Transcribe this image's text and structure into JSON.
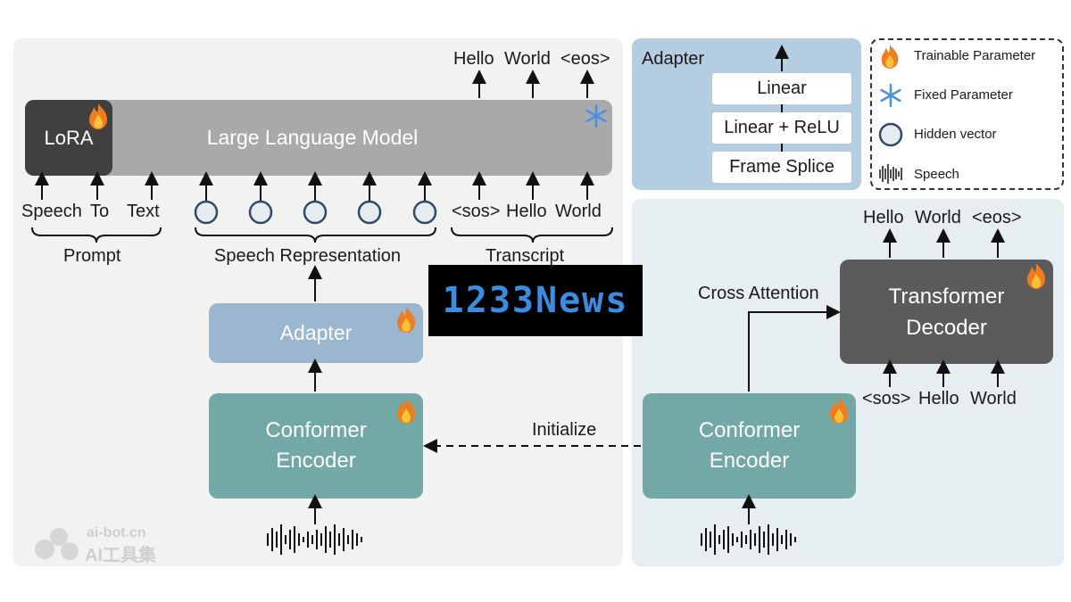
{
  "left": {
    "llm_label": "Large Language Model",
    "lora_label": "LoRA",
    "output_tokens": [
      "Hello",
      "World",
      "<eos>"
    ],
    "prompt_tokens": [
      "Speech",
      "To",
      "Text"
    ],
    "transcript_tokens": [
      "<sos>",
      "Hello",
      "World"
    ],
    "group_prompt": "Prompt",
    "group_speech": "Speech Representation",
    "group_transcript": "Transcript",
    "adapter_label": "Adapter",
    "encoder_line1": "Conformer",
    "encoder_line2": "Encoder"
  },
  "adapter_detail": {
    "title": "Adapter",
    "layers": [
      "Linear",
      "Linear + ReLU",
      "Frame Splice"
    ]
  },
  "legend": {
    "trainable": "Trainable Parameter",
    "fixed": "Fixed Parameter",
    "hidden": "Hidden vector",
    "speech": "Speech"
  },
  "right": {
    "output_tokens": [
      "Hello",
      "World",
      "<eos>"
    ],
    "input_tokens": [
      "<sos>",
      "Hello",
      "World"
    ],
    "decoder_line1": "Transformer",
    "decoder_line2": "Decoder",
    "encoder_line1": "Conformer",
    "encoder_line2": "Encoder",
    "cross_attention": "Cross Attention"
  },
  "initialize_label": "Initialize",
  "overlay_banner": "1233News",
  "watermark": {
    "line1": "ai-bot.cn",
    "line2": "AI工具集"
  },
  "colors": {
    "panel_left": "#f2f2f0",
    "panel_right": "#e6eef1",
    "panel_adapter": "#b5cde0",
    "llm": "#a9a9a9",
    "lora": "#404040",
    "adapter": "#9bb6cf",
    "encoder": "#72a9a6",
    "decoder": "#5b5b5b",
    "hidden_circle": "#2f4a68"
  }
}
